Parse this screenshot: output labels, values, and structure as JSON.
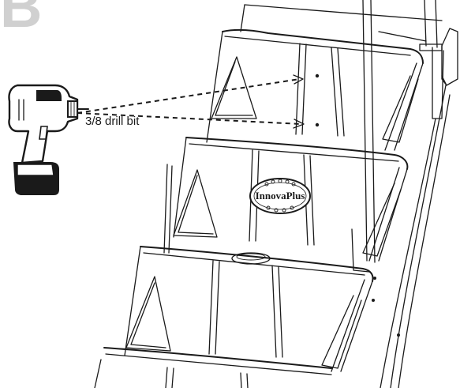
{
  "step": {
    "label": "B"
  },
  "callout": {
    "drill_bit": "3/8 drill bit"
  },
  "brand": {
    "logo_text": "InnovaPlus"
  },
  "colors": {
    "line": "#1a1a1a",
    "step_letter": "#d0d0d0",
    "background": "#ffffff"
  },
  "icons": {
    "drill": "drill-icon",
    "logo": "innovaplus-logo"
  }
}
